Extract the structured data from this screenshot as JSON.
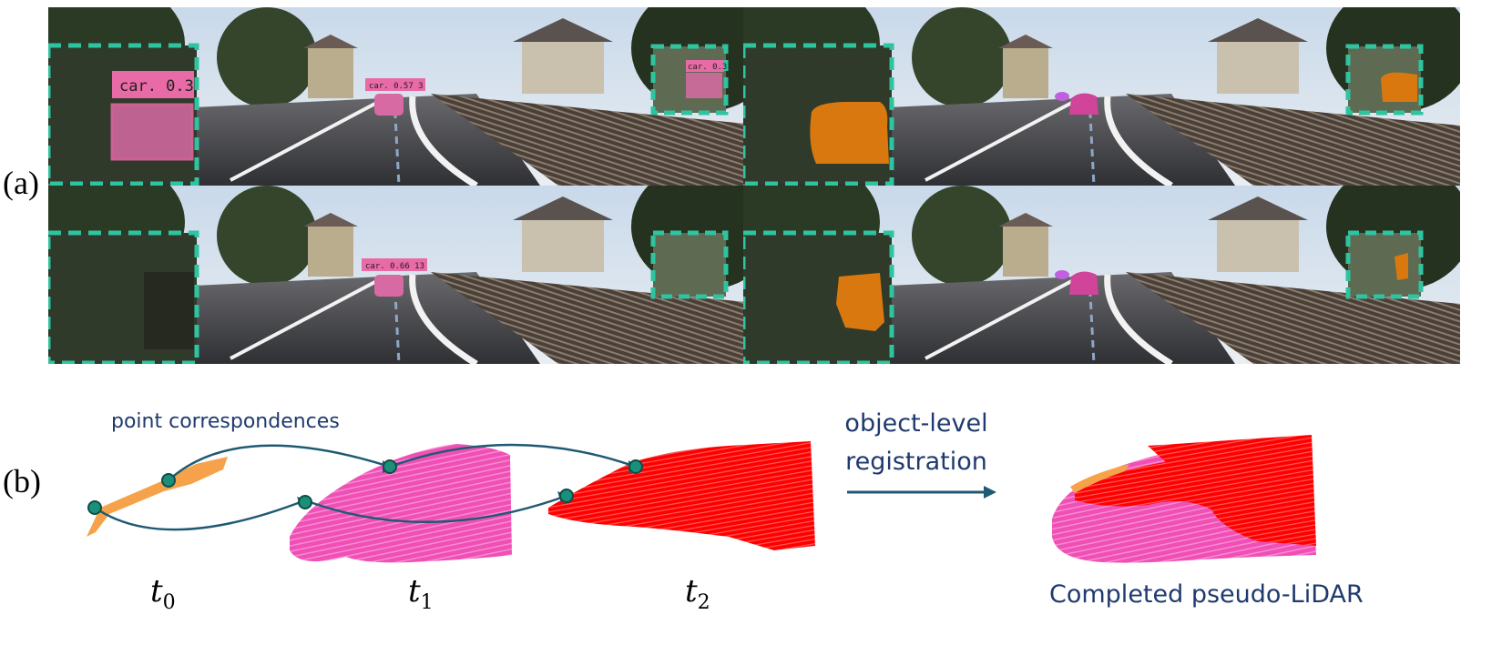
{
  "panel_a": {
    "label": "(a)",
    "det_top_left": "car. 0.3",
    "det_top_center": "car. 0.57 3",
    "det_top_right": "car. 0.3",
    "det_bottom_center": "car. 0.66 13"
  },
  "panel_b": {
    "label": "(b)",
    "correspondences_label": "point correspondences",
    "registration_line1": "object-level",
    "registration_line2": "registration",
    "t0_base": "t",
    "t0_sub": "0",
    "t1_base": "t",
    "t1_sub": "1",
    "t2_base": "t",
    "t2_sub": "2",
    "result_label": "Completed pseudo-LiDAR"
  },
  "colors": {
    "dash_box": "#2ec4a0",
    "detection_pink": "#e86aa6",
    "seg_orange": "#d9780f",
    "cloud_t0": "#f6a24a",
    "cloud_t1": "#f04fb6",
    "cloud_t2": "#ff0000",
    "arc": "#1f5a73",
    "node": "#1a8f7a",
    "text_blue": "#1f3a6e"
  }
}
